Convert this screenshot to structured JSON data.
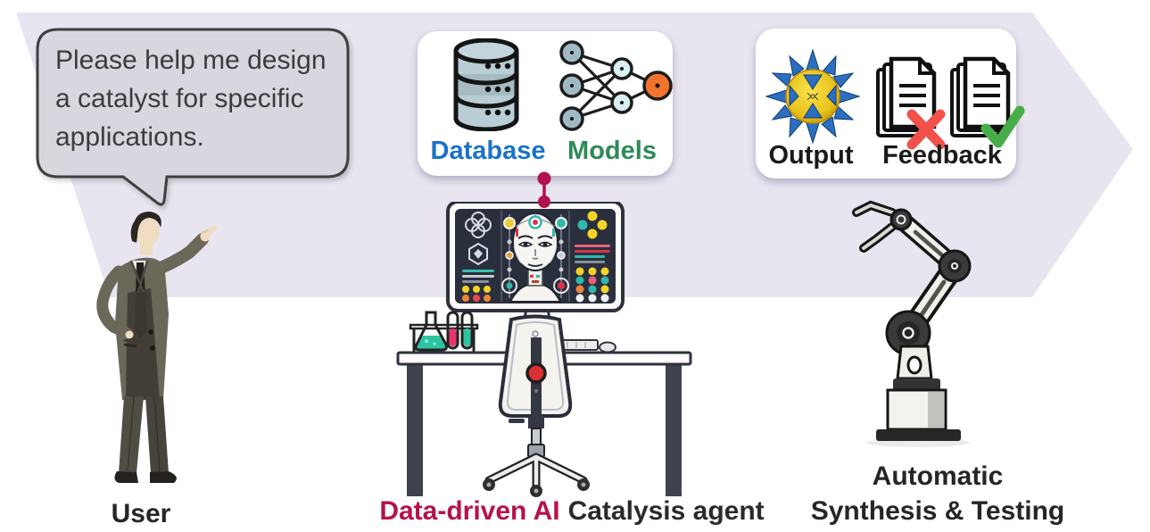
{
  "figure": {
    "bubble": {
      "lines": [
        "Please help me design",
        "a catalyst for specific",
        "applications."
      ]
    },
    "agent_card": {
      "database": "Database",
      "models": "Models"
    },
    "result_card": {
      "output": "Output",
      "feedback": "Feedback"
    },
    "captions": {
      "user": "User",
      "agent_highlight": "Data-driven AI",
      "agent_rest": "Catalysis agent",
      "auto_line1": "Automatic",
      "auto_line2": "Synthesis & Testing"
    }
  },
  "colors": {
    "arrow_fill": "#E8E5F0",
    "bubble_fill": "#DAD8DF",
    "bubble_border": "#3F3F3F",
    "database_blue": "#1B72C8",
    "models_green": "#2E8A57",
    "connector_crimson": "#B1124E",
    "agent_text_crimson": "#B5124D",
    "reject_red": "#F2504B",
    "approve_green": "#47AD49",
    "output_gold": "#E8C31E",
    "output_blue": "#2B6FC0",
    "nn_output_orange": "#F1742E",
    "text_dark": "#262626"
  },
  "icons": [
    "database-icon",
    "neural-network-icon",
    "catalyst-structure-icon",
    "rejected-documents-icon",
    "approved-documents-icon",
    "reject-x-icon",
    "approve-check-icon",
    "ai-face-monitor",
    "robot-arm-icon",
    "speech-bubble",
    "user-figure",
    "process-arrow"
  ]
}
